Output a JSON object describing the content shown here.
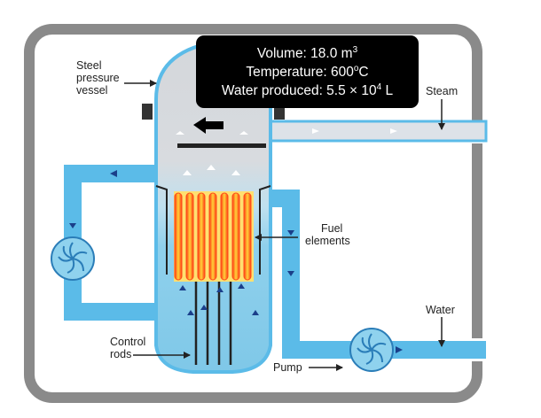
{
  "info": {
    "volume_label": "Volume: 18.0 m",
    "volume_exp": "3",
    "temperature_label": "Temperature: 600",
    "temperature_degree": "o",
    "temperature_unit": "C",
    "water_label": "Water produced: 5.5 × 10",
    "water_exp": "4",
    "water_unit": " L"
  },
  "labels": {
    "vessel_line1": "Steel",
    "vessel_line2": "pressure",
    "vessel_line3": "vessel",
    "steam": "Steam",
    "fuel_line1": "Fuel",
    "fuel_line2": "elements",
    "water": "Water",
    "rods_line1": "Control",
    "rods_line2": "rods",
    "pump": "Pump"
  },
  "colors": {
    "frame": "#8a8a8a",
    "pipe": "#5bbbe8",
    "steam_pipe": "#dde2e8",
    "vessel_top": "#d6d9dd",
    "vessel_water": "#88cdea",
    "core_hot": "#ff3a1a",
    "core_warm": "#ffcc33",
    "info_bg": "#000000"
  }
}
